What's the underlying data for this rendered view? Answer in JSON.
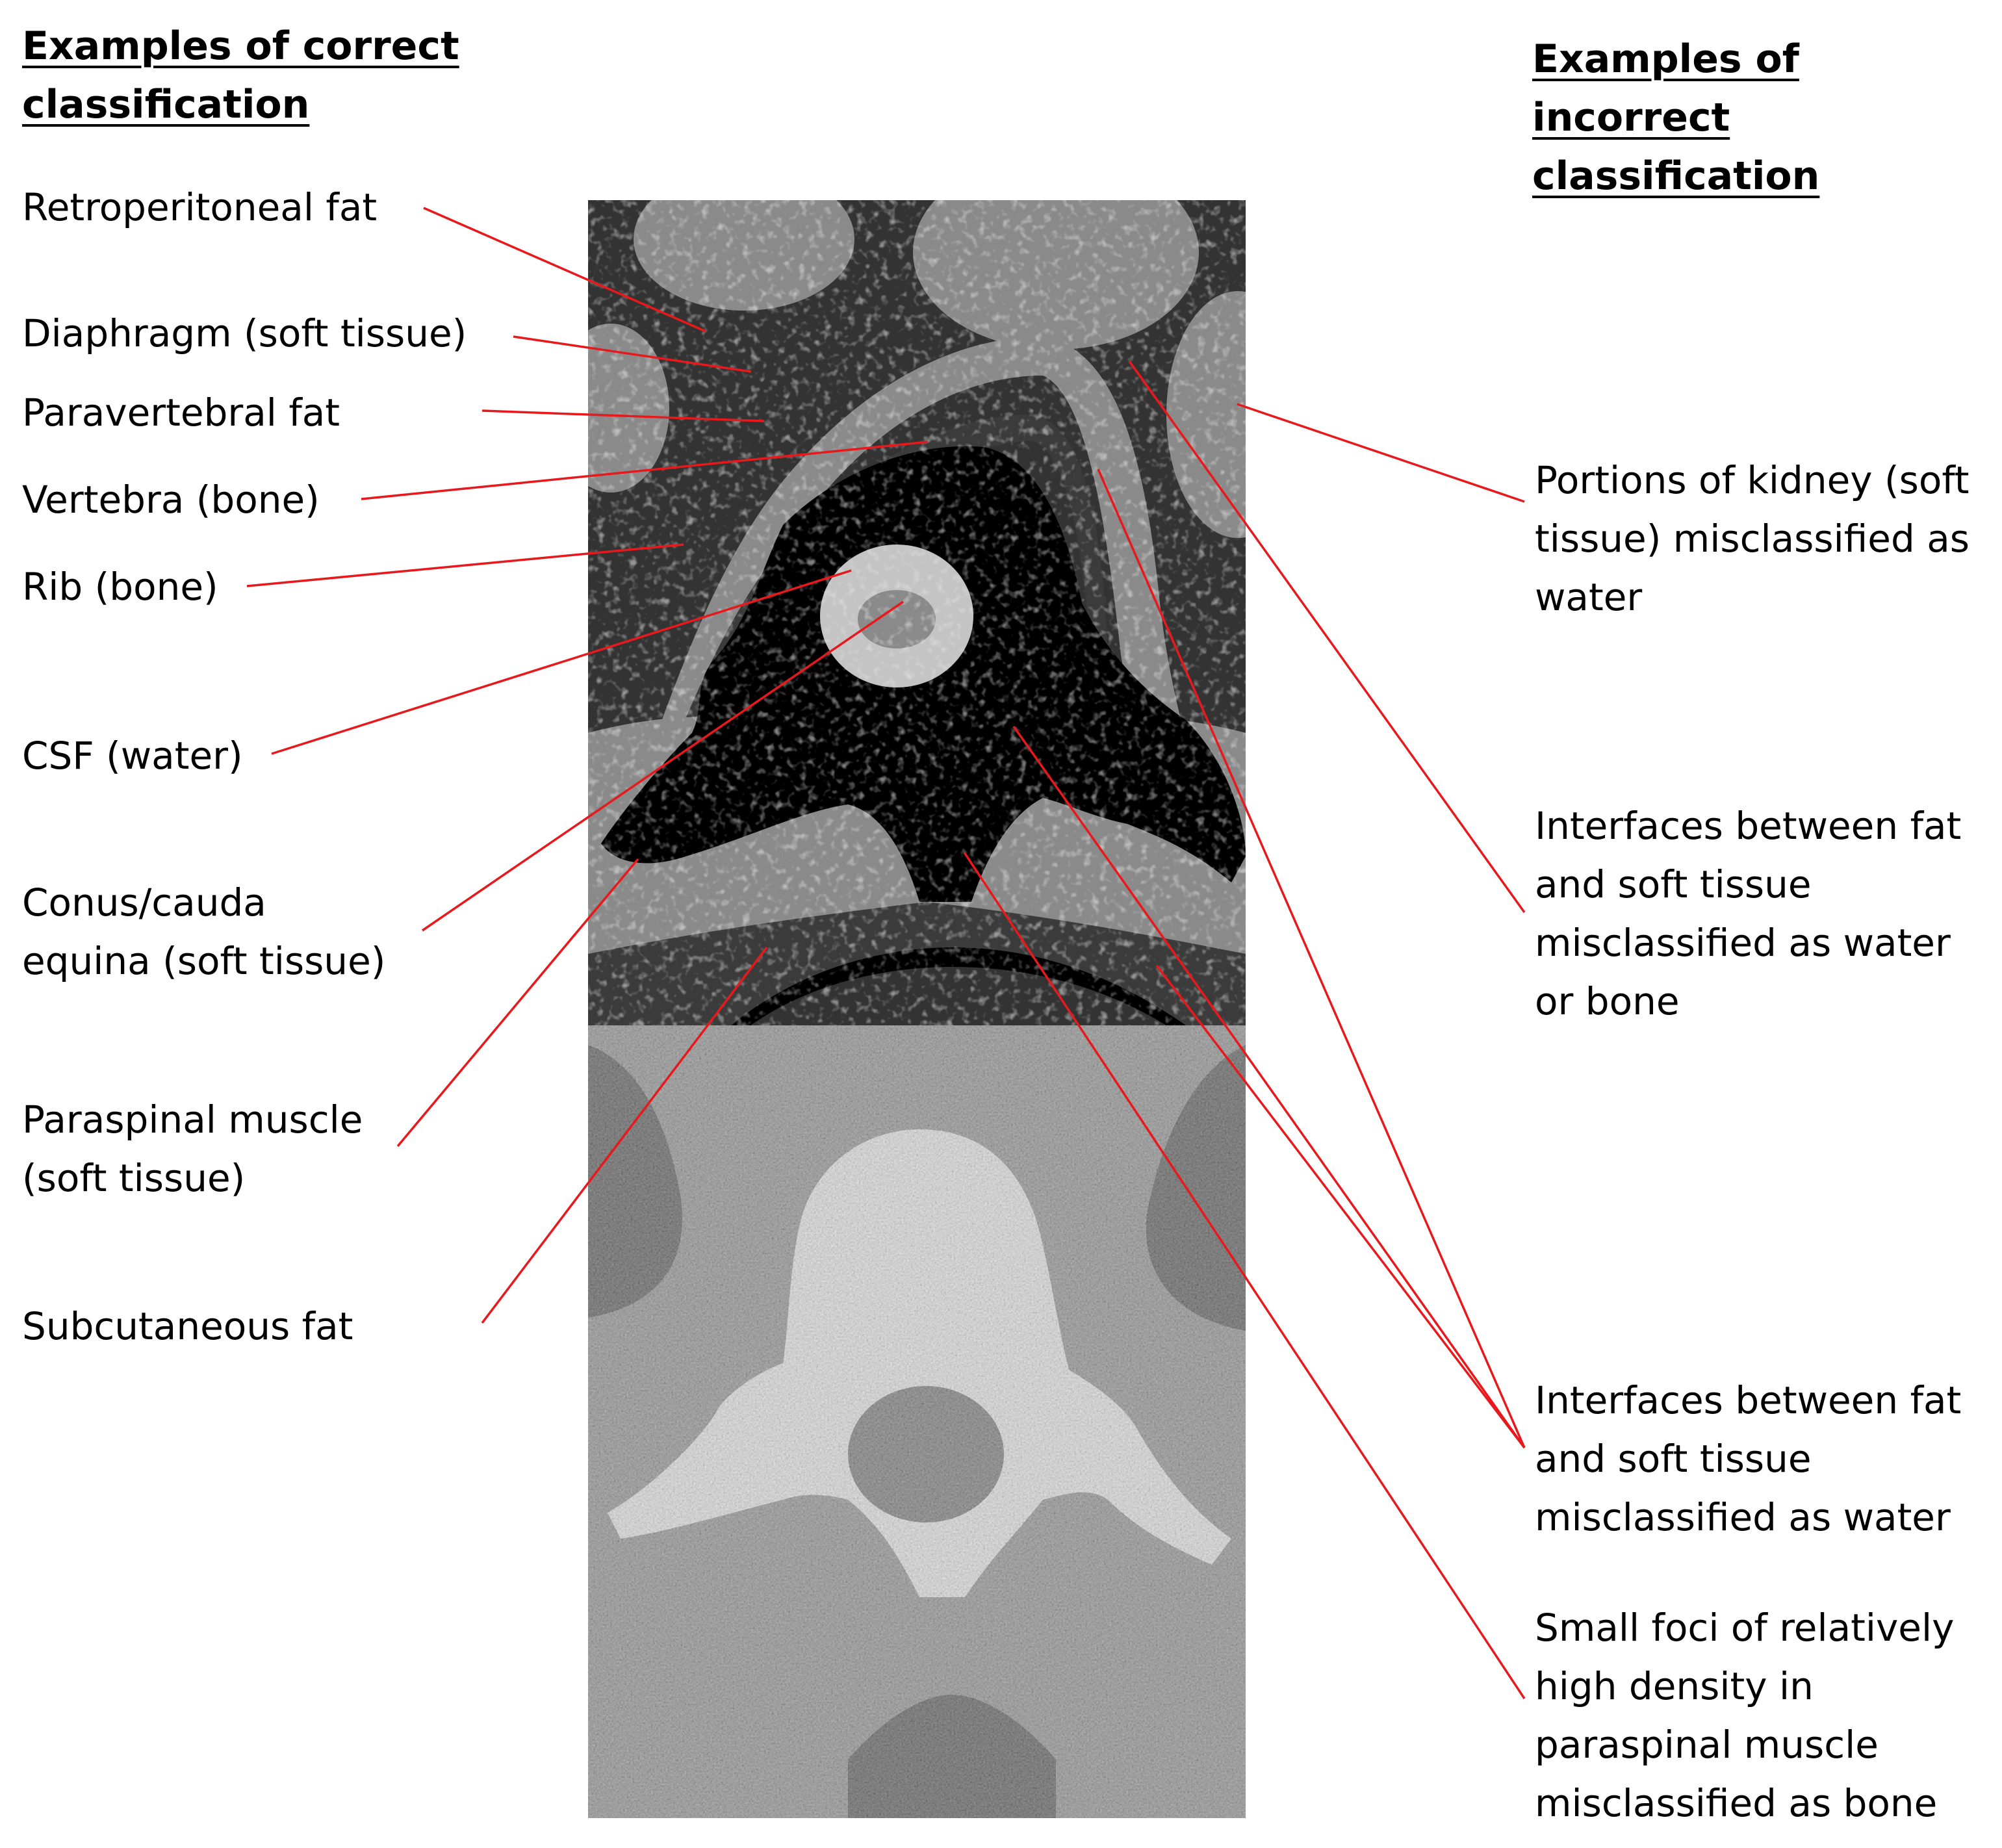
{
  "headings": {
    "correct": [
      "Examples of correct",
      "classification"
    ],
    "incorrect": [
      "Examples of incorrect",
      "classification"
    ]
  },
  "correct_labels": {
    "retroperitoneal_fat": "Retroperitoneal fat",
    "diaphragm": "Diaphragm (soft tissue)",
    "paravertebral_fat": "Paravertebral fat",
    "vertebra": "Vertebra (bone)",
    "rib": "Rib (bone)",
    "csf": "CSF (water)",
    "conus": [
      "Conus/cauda",
      "equina (soft tissue)"
    ],
    "paraspinal_muscle": [
      "Paraspinal muscle",
      "(soft tissue)"
    ],
    "subcutaneous_fat": "Subcutaneous fat"
  },
  "incorrect_labels": {
    "kidney": [
      "Portions of kidney (soft",
      "tissue) misclassified as",
      "water"
    ],
    "interfaces_water_or_bone": [
      "Interfaces between fat",
      "and soft tissue",
      "misclassified as water",
      "or bone"
    ],
    "interfaces_water": [
      "Interfaces between fat",
      "and soft tissue",
      "misclassified as water"
    ],
    "small_foci": [
      "Small foci of relatively",
      "high density in",
      "paraspinal muscle",
      "misclassified as bone"
    ]
  },
  "colors": {
    "leader_line": "#e8191c",
    "bone_class": "#000000",
    "fat_class": "#333333",
    "soft_tissue_class": "#8a8a8a",
    "water_class": "#c4c4c4"
  },
  "panels": {
    "top": "segmentation-map",
    "bottom": "ct-axial-slice"
  }
}
